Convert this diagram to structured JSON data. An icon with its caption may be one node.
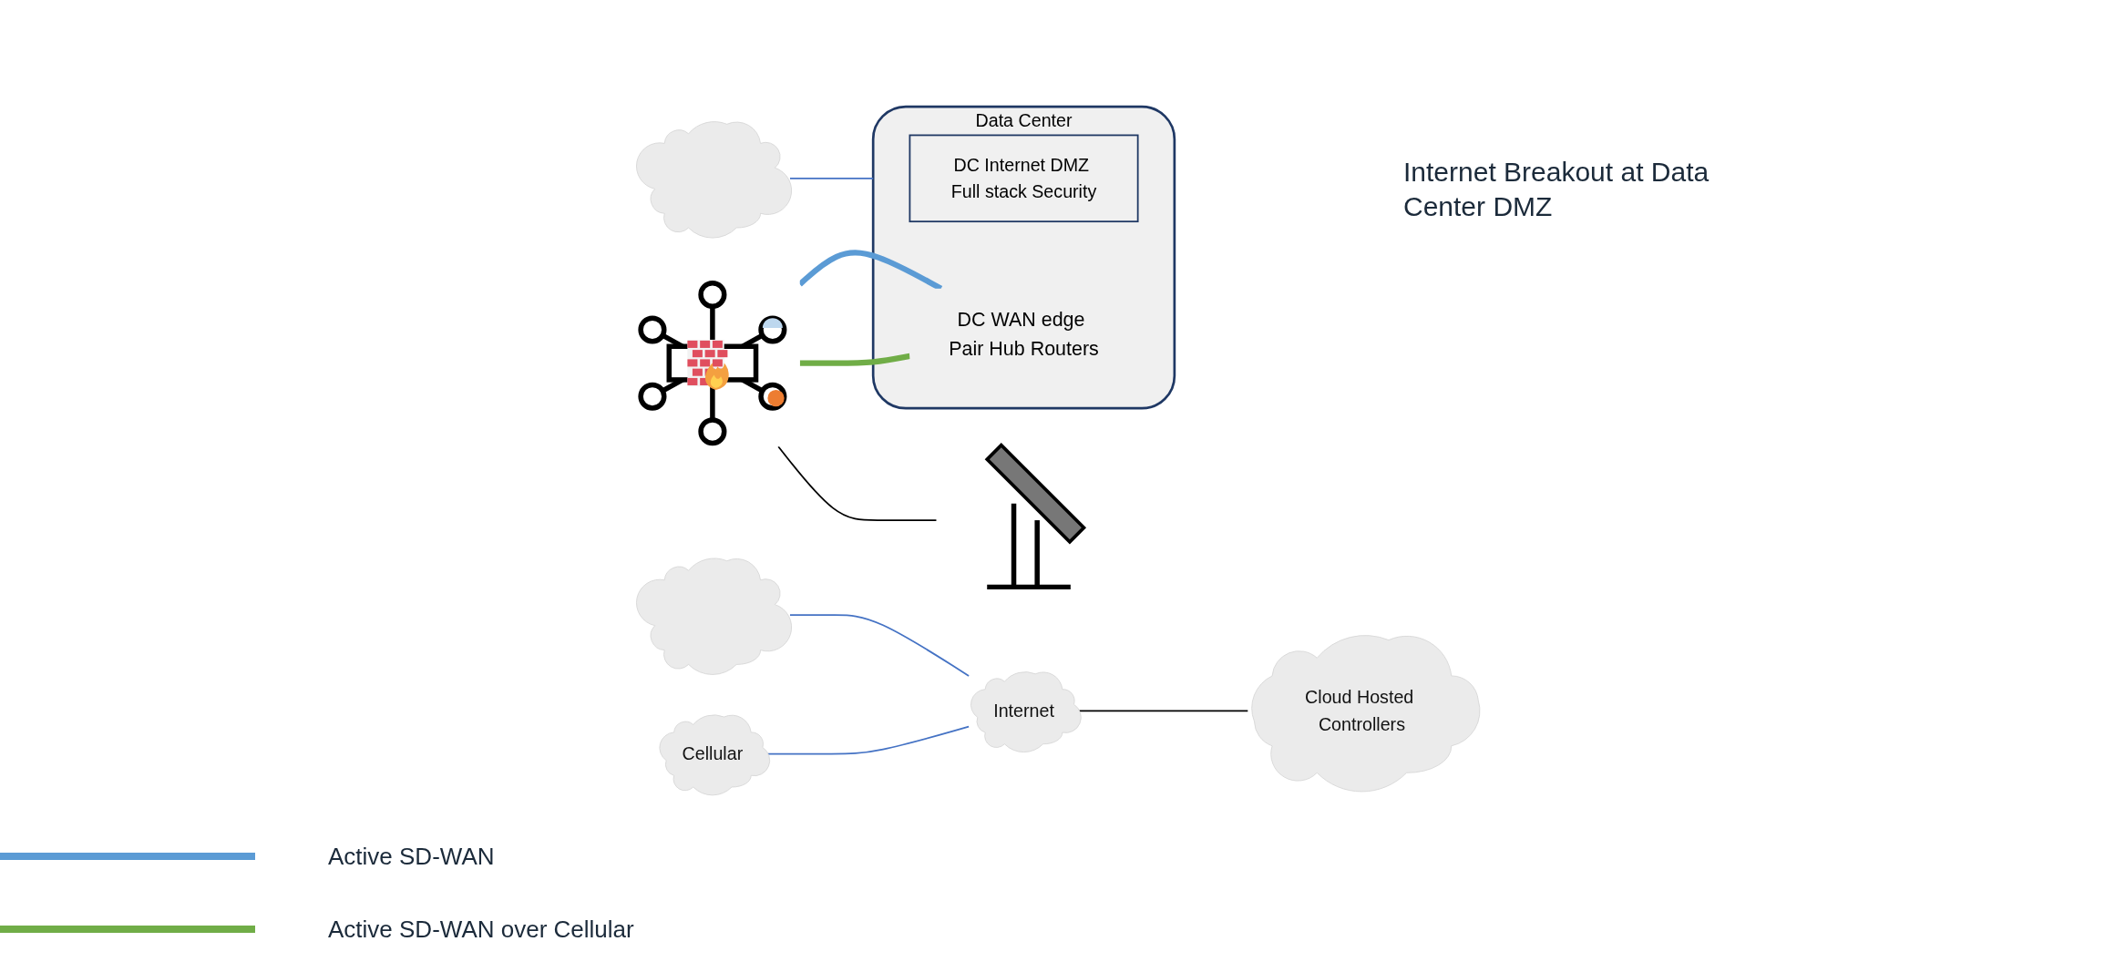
{
  "diagram": {
    "nodes": [
      {
        "text": [],
        "shape": "picture"
      },
      {
        "text": [],
        "shape": "picture"
      },
      {
        "text": [],
        "shape": "cloud"
      },
      {
        "text": [],
        "shape": "cloud"
      },
      {
        "text": [
          "Cellular"
        ]
      },
      {
        "text": [
          "Internet"
        ]
      },
      {
        "text": [
          "Cloud Hosted Controllers"
        ]
      },
      {
        "text": [
          "Data Center"
        ]
      },
      {
        "text": [
          "DC Internet DMZ Full stack Security"
        ],
        "in": 7
      },
      {
        "text": [
          "DC WAN edge Pair Hub Routers"
        ],
        "in": 7
      }
    ],
    "edges": [
      {
        "from": 0,
        "to": 1,
        "arrow": "none",
        "color": "#000000"
      },
      {
        "from": 0,
        "to": 9,
        "arrow": "none",
        "style": "thick",
        "color": "#5b9bd5"
      },
      {
        "from": 0,
        "to": 9,
        "arrow": "none",
        "style": "thick",
        "color": "#70ad47"
      },
      {
        "from": 3,
        "to": 5,
        "arrow": "none",
        "color": "#4472c4"
      },
      {
        "from": 4,
        "to": 5,
        "arrow": "none",
        "color": "#4472c4"
      },
      {
        "from": 5,
        "to": 6,
        "arrow": "none",
        "color": "#000000"
      },
      {
        "from": 2,
        "to": 7,
        "arrow": "none",
        "color": "#4472c4"
      }
    ],
    "labels": [
      "Internet Breakout at Data Center DMZ"
    ],
    "legend": [
      {
        "text": "Active SD-WAN"
      },
      {
        "text": "Active SD-WAN over Cellular"
      }
    ]
  }
}
